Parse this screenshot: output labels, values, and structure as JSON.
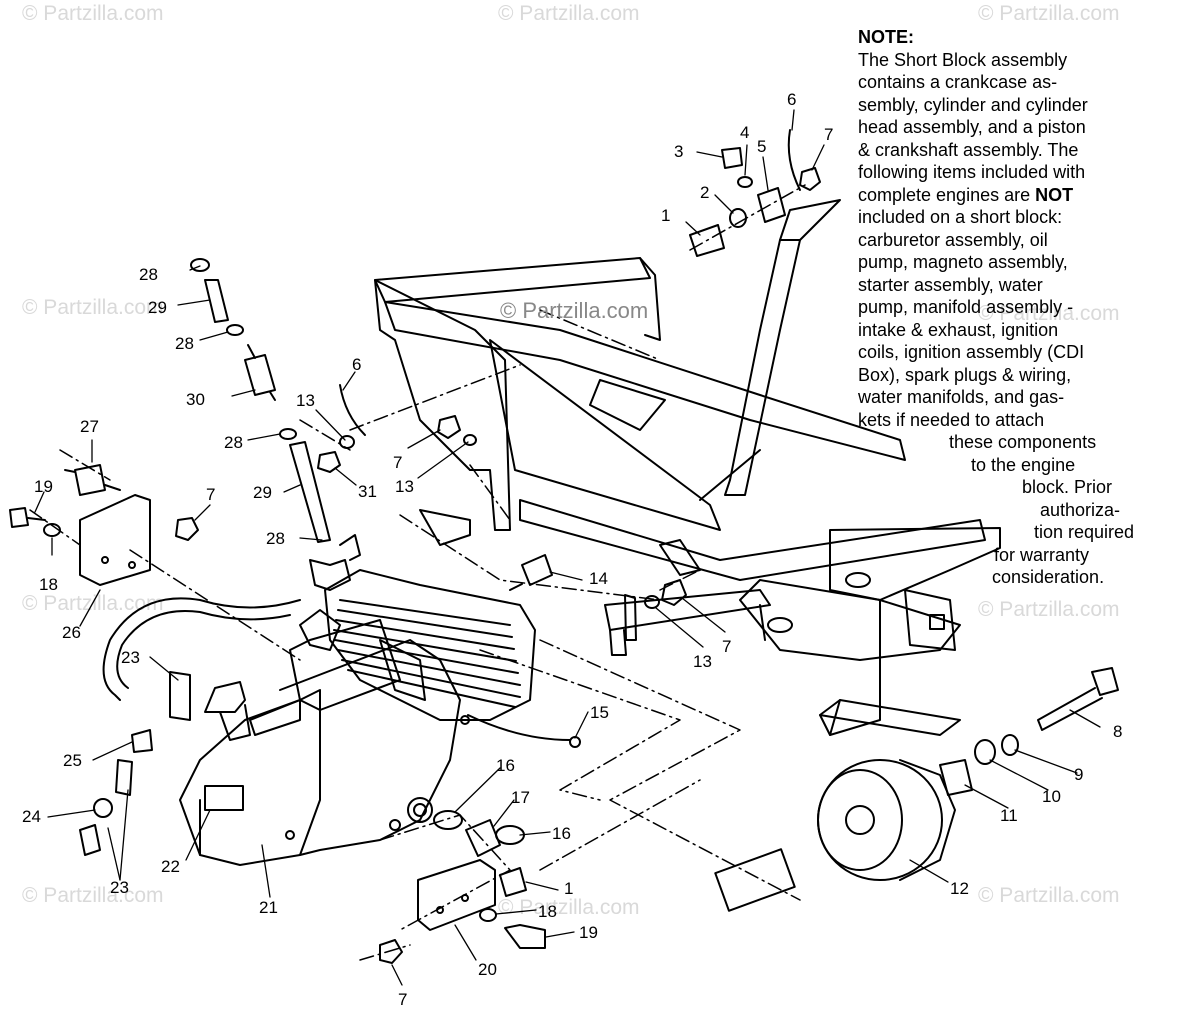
{
  "watermark": "© Partzilla.com",
  "note": {
    "title": "NOTE:",
    "lines": [
      "The Short Block assembly",
      "contains a crankcase as-",
      "sembly, cylinder and cylinder",
      "head assembly, and a piston",
      "& crankshaft assembly.  The",
      "following items included with"
    ],
    "line7_pre": "complete engines are ",
    "line7_bold": "NOT",
    "lines_b": [
      "included on a short block:",
      "carburetor assembly, oil",
      "pump, magneto assembly,",
      "starter assembly, water",
      "pump, manifold assembly -",
      "intake & exhaust, ignition",
      "coils, ignition assembly (CDI",
      "Box), spark plugs & wiring,",
      "water manifolds, and gas-",
      "kets if needed to attach",
      "these components",
      "to the engine",
      "block.  Prior",
      "authoriza-",
      "tion required",
      "for warranty",
      "consideration."
    ]
  },
  "callouts": [
    "1",
    "2",
    "3",
    "4",
    "5",
    "6",
    "7",
    "7",
    "7",
    "7",
    "7",
    "8",
    "9",
    "10",
    "11",
    "12",
    "13",
    "13",
    "13",
    "14",
    "15",
    "16",
    "16",
    "17",
    "18",
    "18",
    "19",
    "19",
    "20",
    "21",
    "22",
    "23",
    "23",
    "24",
    "25",
    "26",
    "27",
    "28",
    "28",
    "28",
    "28",
    "29",
    "29",
    "30",
    "31",
    "6",
    "1"
  ]
}
